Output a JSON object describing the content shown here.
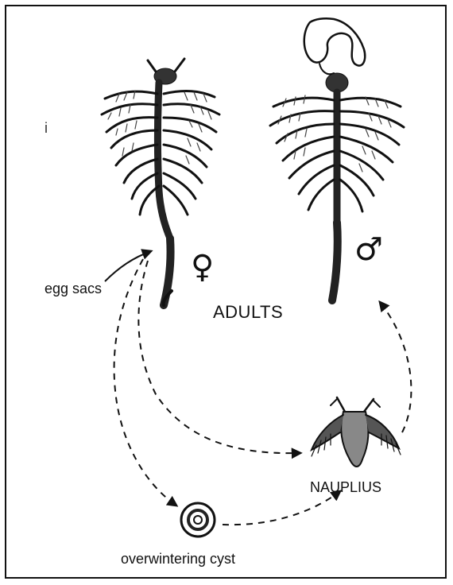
{
  "labels": {
    "egg_sacs": "egg sacs",
    "adults": "ADULTS",
    "nauplius": "NAUPLIUS",
    "overwintering_cyst": "overwintering cyst",
    "marker_i": "i"
  },
  "symbols": {
    "female": "♀",
    "male": "♂"
  }
}
